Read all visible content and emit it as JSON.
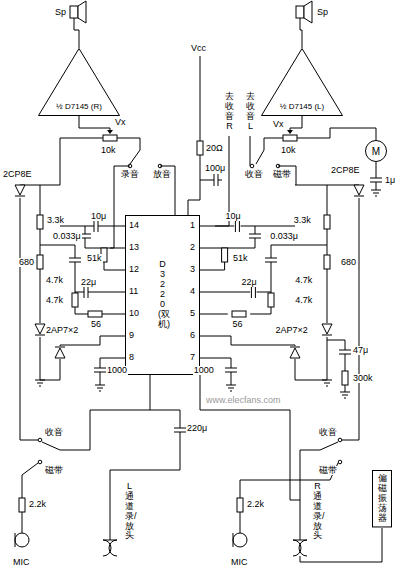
{
  "diagram": {
    "nodes": [
      {
        "text": [
          "½ D7145 (R)"
        ]
      },
      {
        "text": [
          "½ D7145 (L)"
        ]
      },
      {
        "text": [
          "M"
        ]
      },
      {
        "text": [
          "D3220 (双机)"
        ]
      },
      {
        "text": [
          "偏磁振荡器"
        ]
      }
    ],
    "labels": [
      "Sp",
      "Sp",
      "Vcc",
      "去收音R",
      "去收音L",
      "Vx",
      "10k",
      "录音",
      "放音",
      "Vx",
      "10k",
      "收音",
      "磁带",
      "20Ω",
      "100μ",
      "1μ",
      "2CP8E",
      "2CP8E",
      "3.3k",
      "3.3k",
      "10μ",
      "0.033μ",
      "680",
      "4.7k",
      "51k",
      "22μ",
      "4.7k",
      "56",
      "2AP7×2",
      "1000",
      "10μ",
      "0.033μ",
      "51k",
      "22μ",
      "4.7k",
      "680",
      "56",
      "4.7k",
      "2AP7×2",
      "47μ",
      "300k",
      "1000",
      "220μ",
      "收音",
      "磁带",
      "收音",
      "磁带",
      "2.2k",
      "2.2k",
      "MIC",
      "MIC",
      "L通道录/放头",
      "R通道录/放头",
      "14",
      "13",
      "12",
      "11",
      "10",
      "9",
      "8",
      "1",
      "2",
      "3",
      "4",
      "5",
      "6",
      "7",
      "www.elecfans.com"
    ]
  }
}
